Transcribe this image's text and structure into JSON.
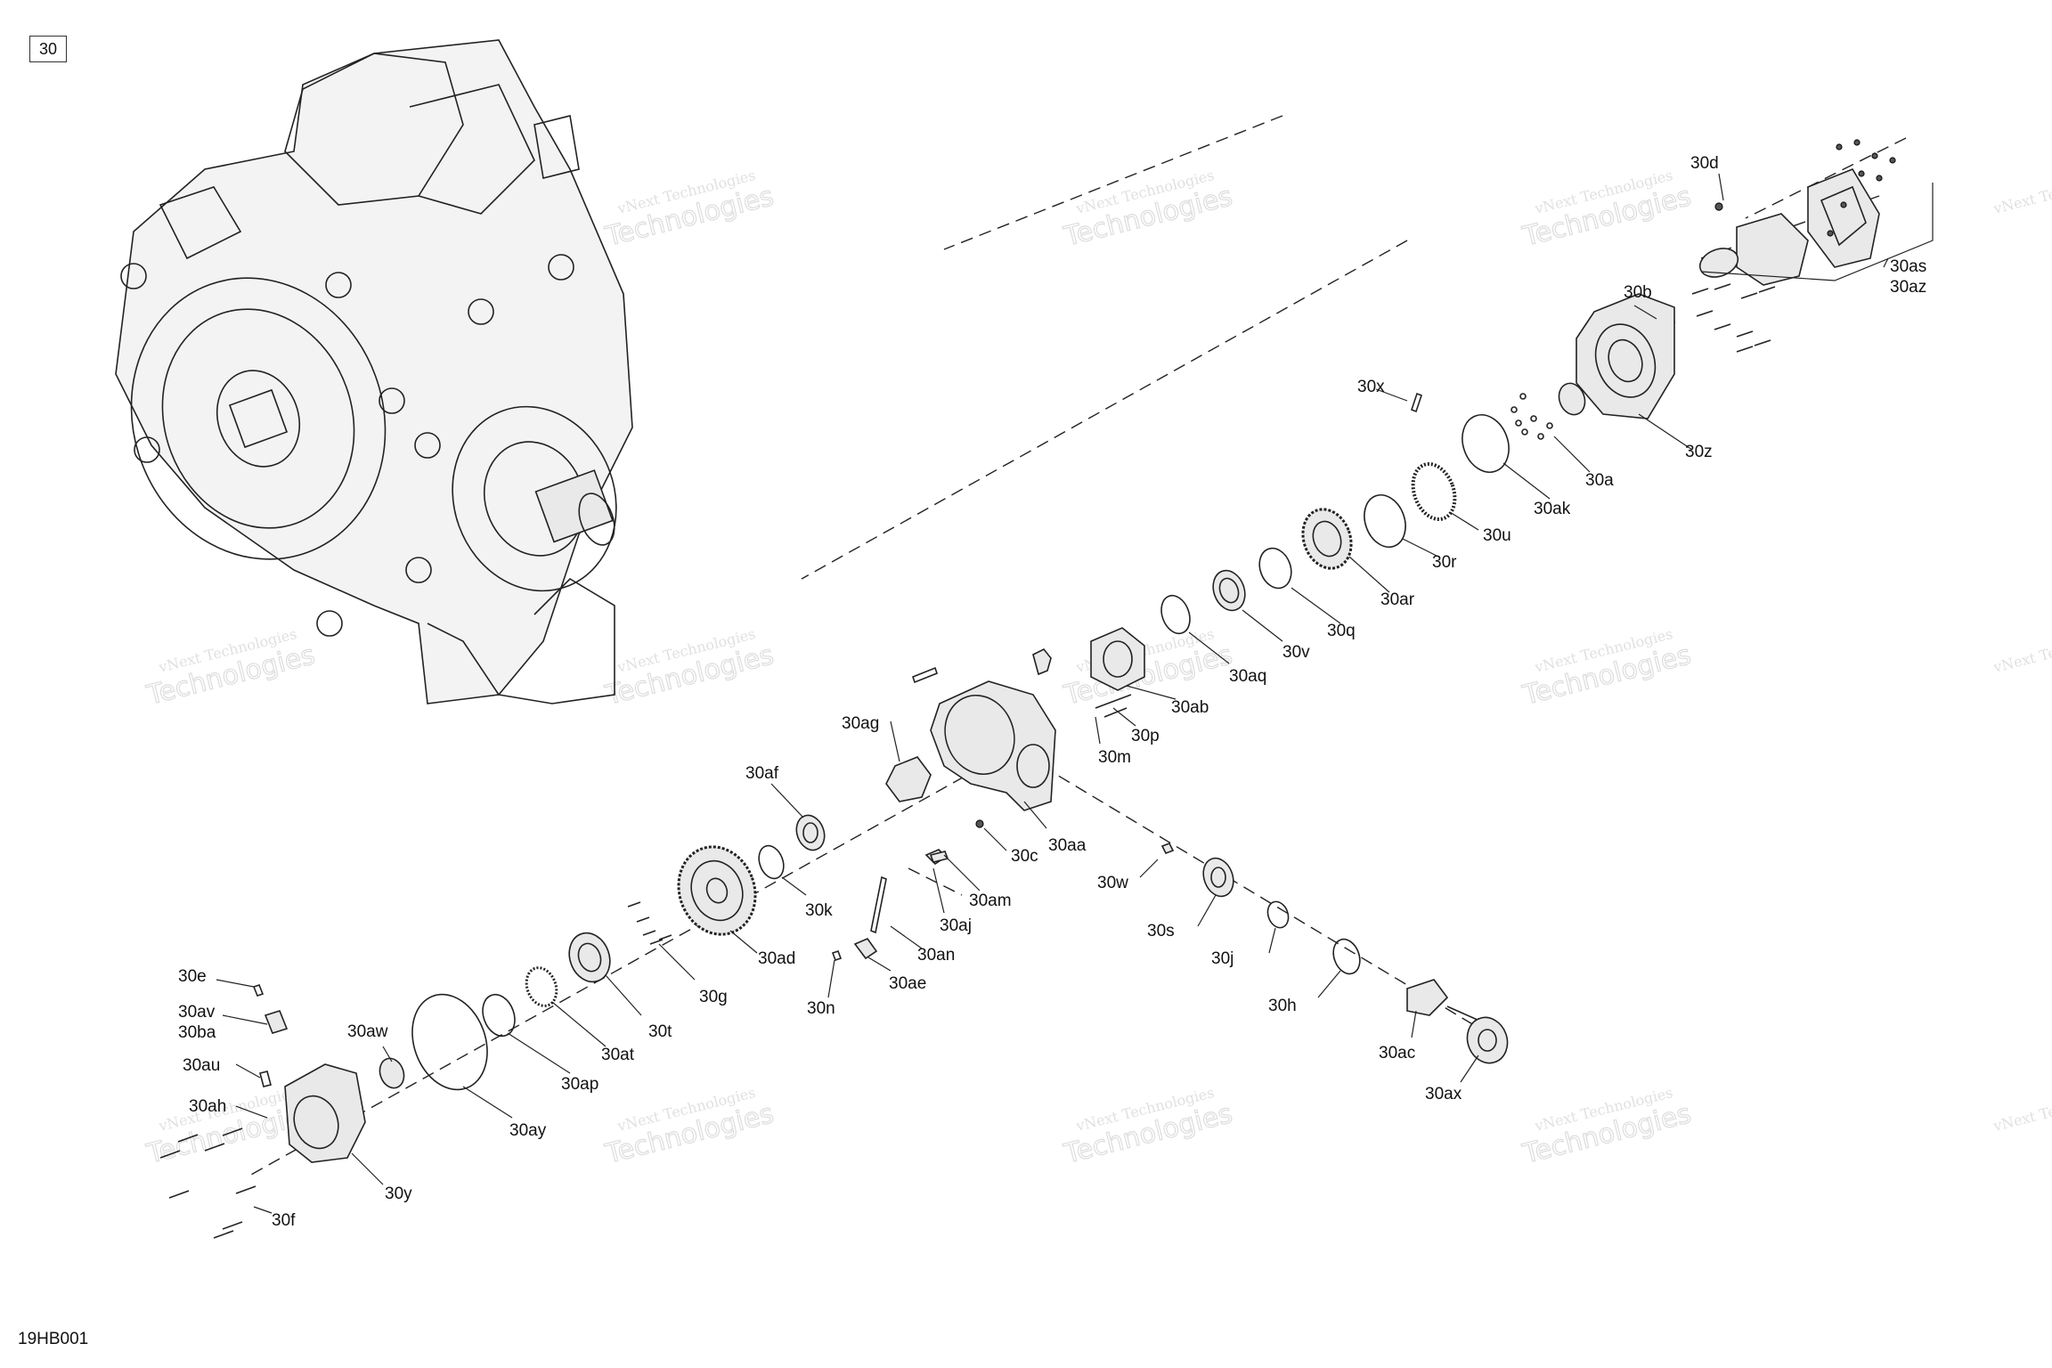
{
  "page_ref": "30",
  "drawing_code": "19HB001",
  "watermark": {
    "line1": "vNext Technologies",
    "line2": "vNext",
    "line3": "Technologies"
  },
  "callouts": {
    "c30d": "30d",
    "c30as": "30as",
    "c30az": "30az",
    "c30b": "30b",
    "c30x": "30x",
    "c30z": "30z",
    "c30a": "30a",
    "c30ak": "30ak",
    "c30u": "30u",
    "c30r": "30r",
    "c30ar": "30ar",
    "c30q": "30q",
    "c30v": "30v",
    "c30aq": "30aq",
    "c30ab": "30ab",
    "c30p": "30p",
    "c30m": "30m",
    "c30ag": "30ag",
    "c30af": "30af",
    "c30aa": "30aa",
    "c30c": "30c",
    "c30w": "30w",
    "c30k": "30k",
    "c30am": "30am",
    "c30aj": "30aj",
    "c30an": "30an",
    "c30ae": "30ae",
    "c30n": "30n",
    "c30ad": "30ad",
    "c30s": "30s",
    "c30j": "30j",
    "c30h": "30h",
    "c30ac": "30ac",
    "c30ax": "30ax",
    "c30g": "30g",
    "c30t": "30t",
    "c30at": "30at",
    "c30ap": "30ap",
    "c30ay": "30ay",
    "c30aw": "30aw",
    "c30e": "30e",
    "c30av": "30av",
    "c30ba": "30ba",
    "c30au": "30au",
    "c30ah": "30ah",
    "c30y": "30y",
    "c30f": "30f"
  }
}
